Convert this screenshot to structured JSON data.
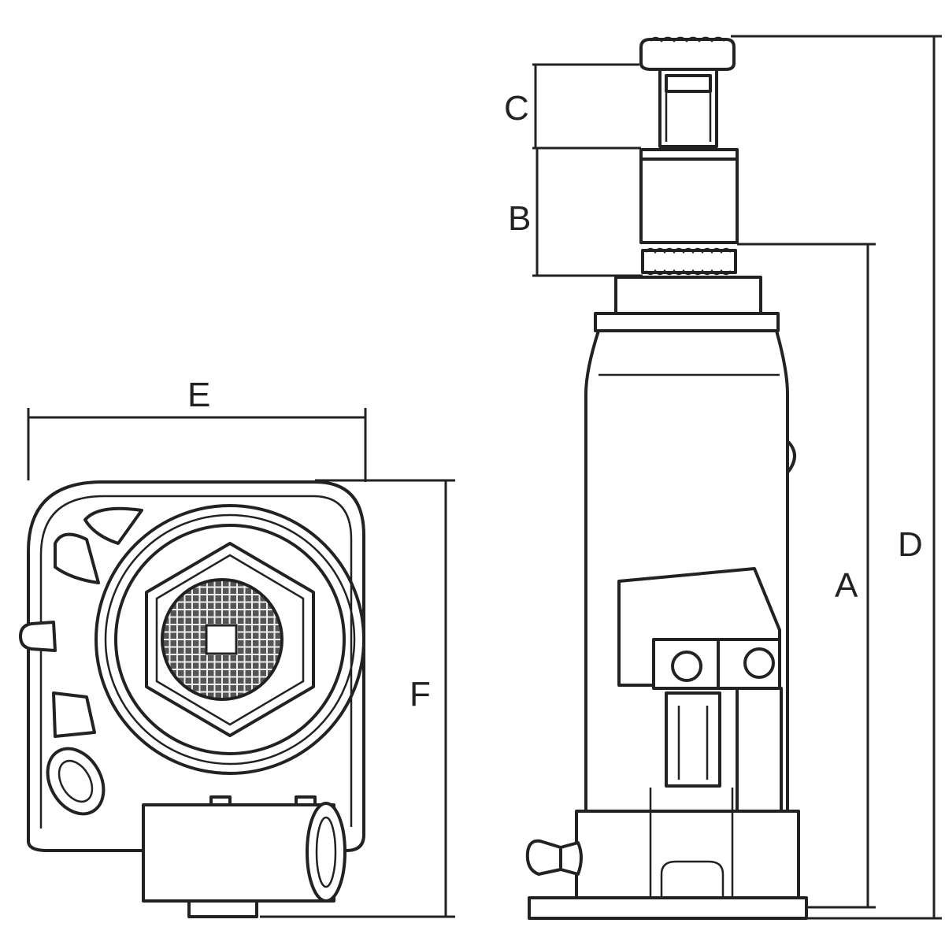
{
  "labels": {
    "a": "A",
    "b": "B",
    "c": "C",
    "d": "D",
    "e": "E",
    "f": "F"
  },
  "colors": {
    "line": "#222222",
    "background": "#ffffff"
  }
}
